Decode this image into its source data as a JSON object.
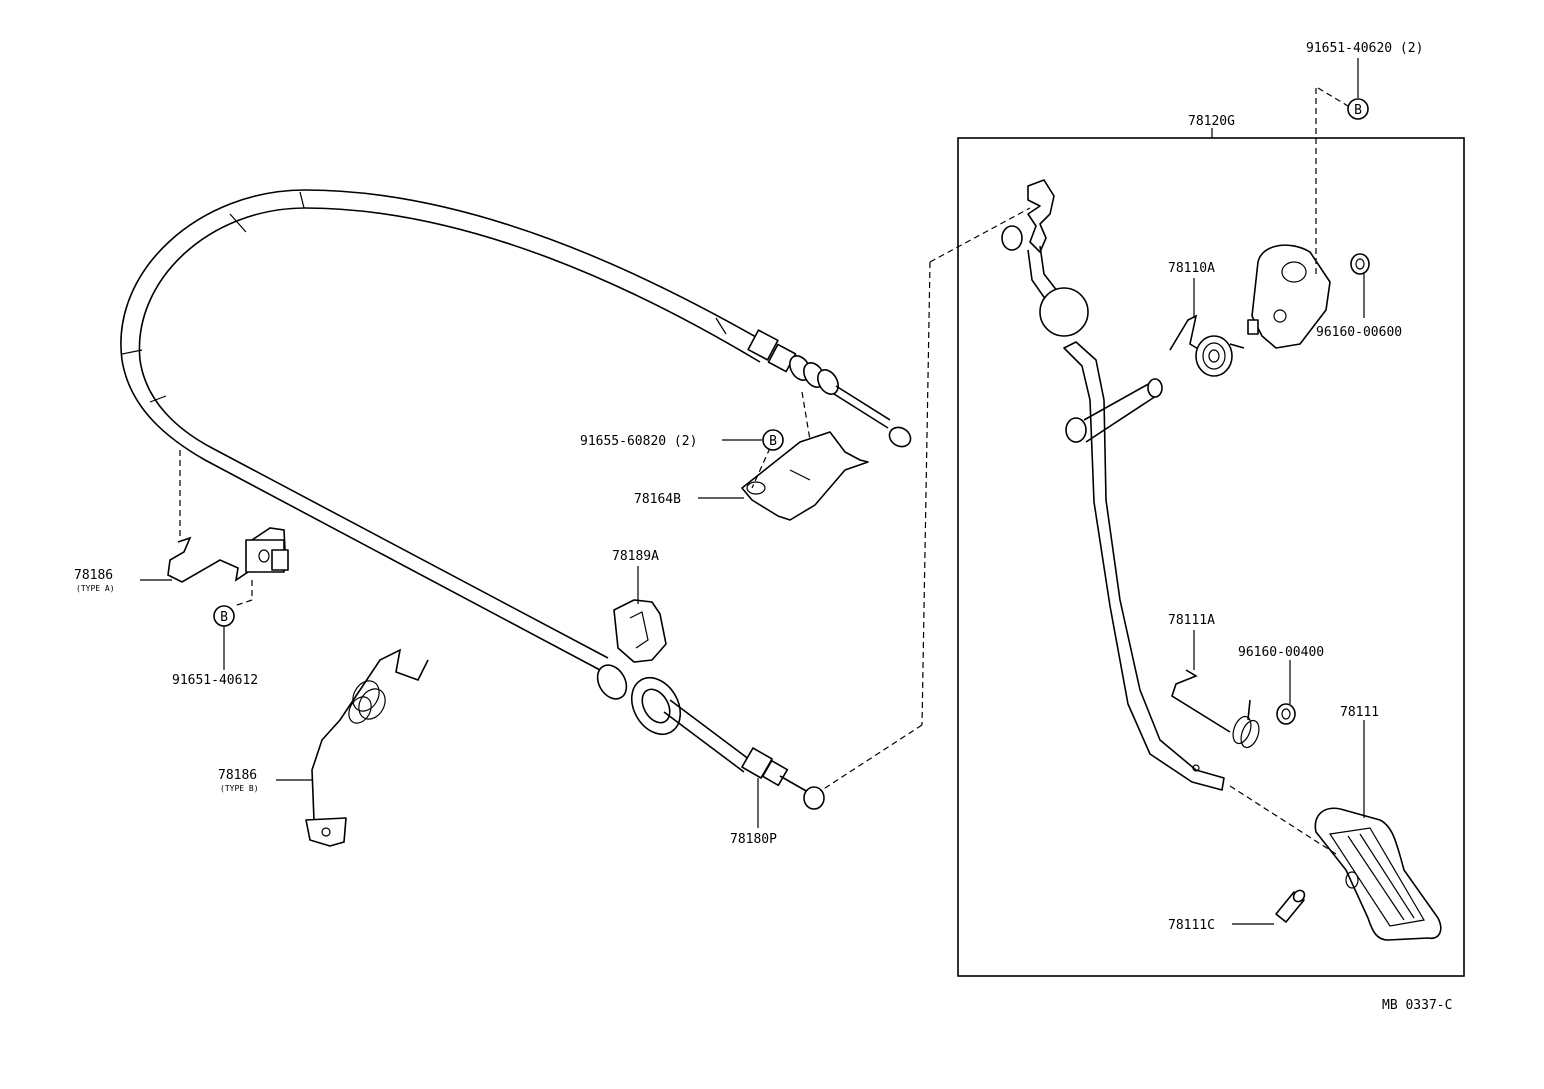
{
  "diagram": {
    "reference_code": "MB 0337-C",
    "parts": {
      "pedal_assembly": "78120G",
      "bolt_top_right": "91651-40620 (2)",
      "bolt_cable_bracket": "91655-60820 (2)",
      "bolt_clamp": "91651-40612",
      "cable_bracket": "78164B",
      "clamp_type_a": "78186",
      "clamp_type_a_variant": "(TYPE A)",
      "clamp_type_b": "78186",
      "clamp_type_b_variant": "(TYPE B)",
      "grommet_clip": "78189A",
      "cable_end": "78180P",
      "torsion_spring": "78110A",
      "ring_upper": "96160-00600",
      "return_spring": "78111A",
      "ring_lower": "96160-00400",
      "pedal_pad": "78111",
      "pad_pin": "78111C"
    },
    "callout_marker": "B"
  }
}
